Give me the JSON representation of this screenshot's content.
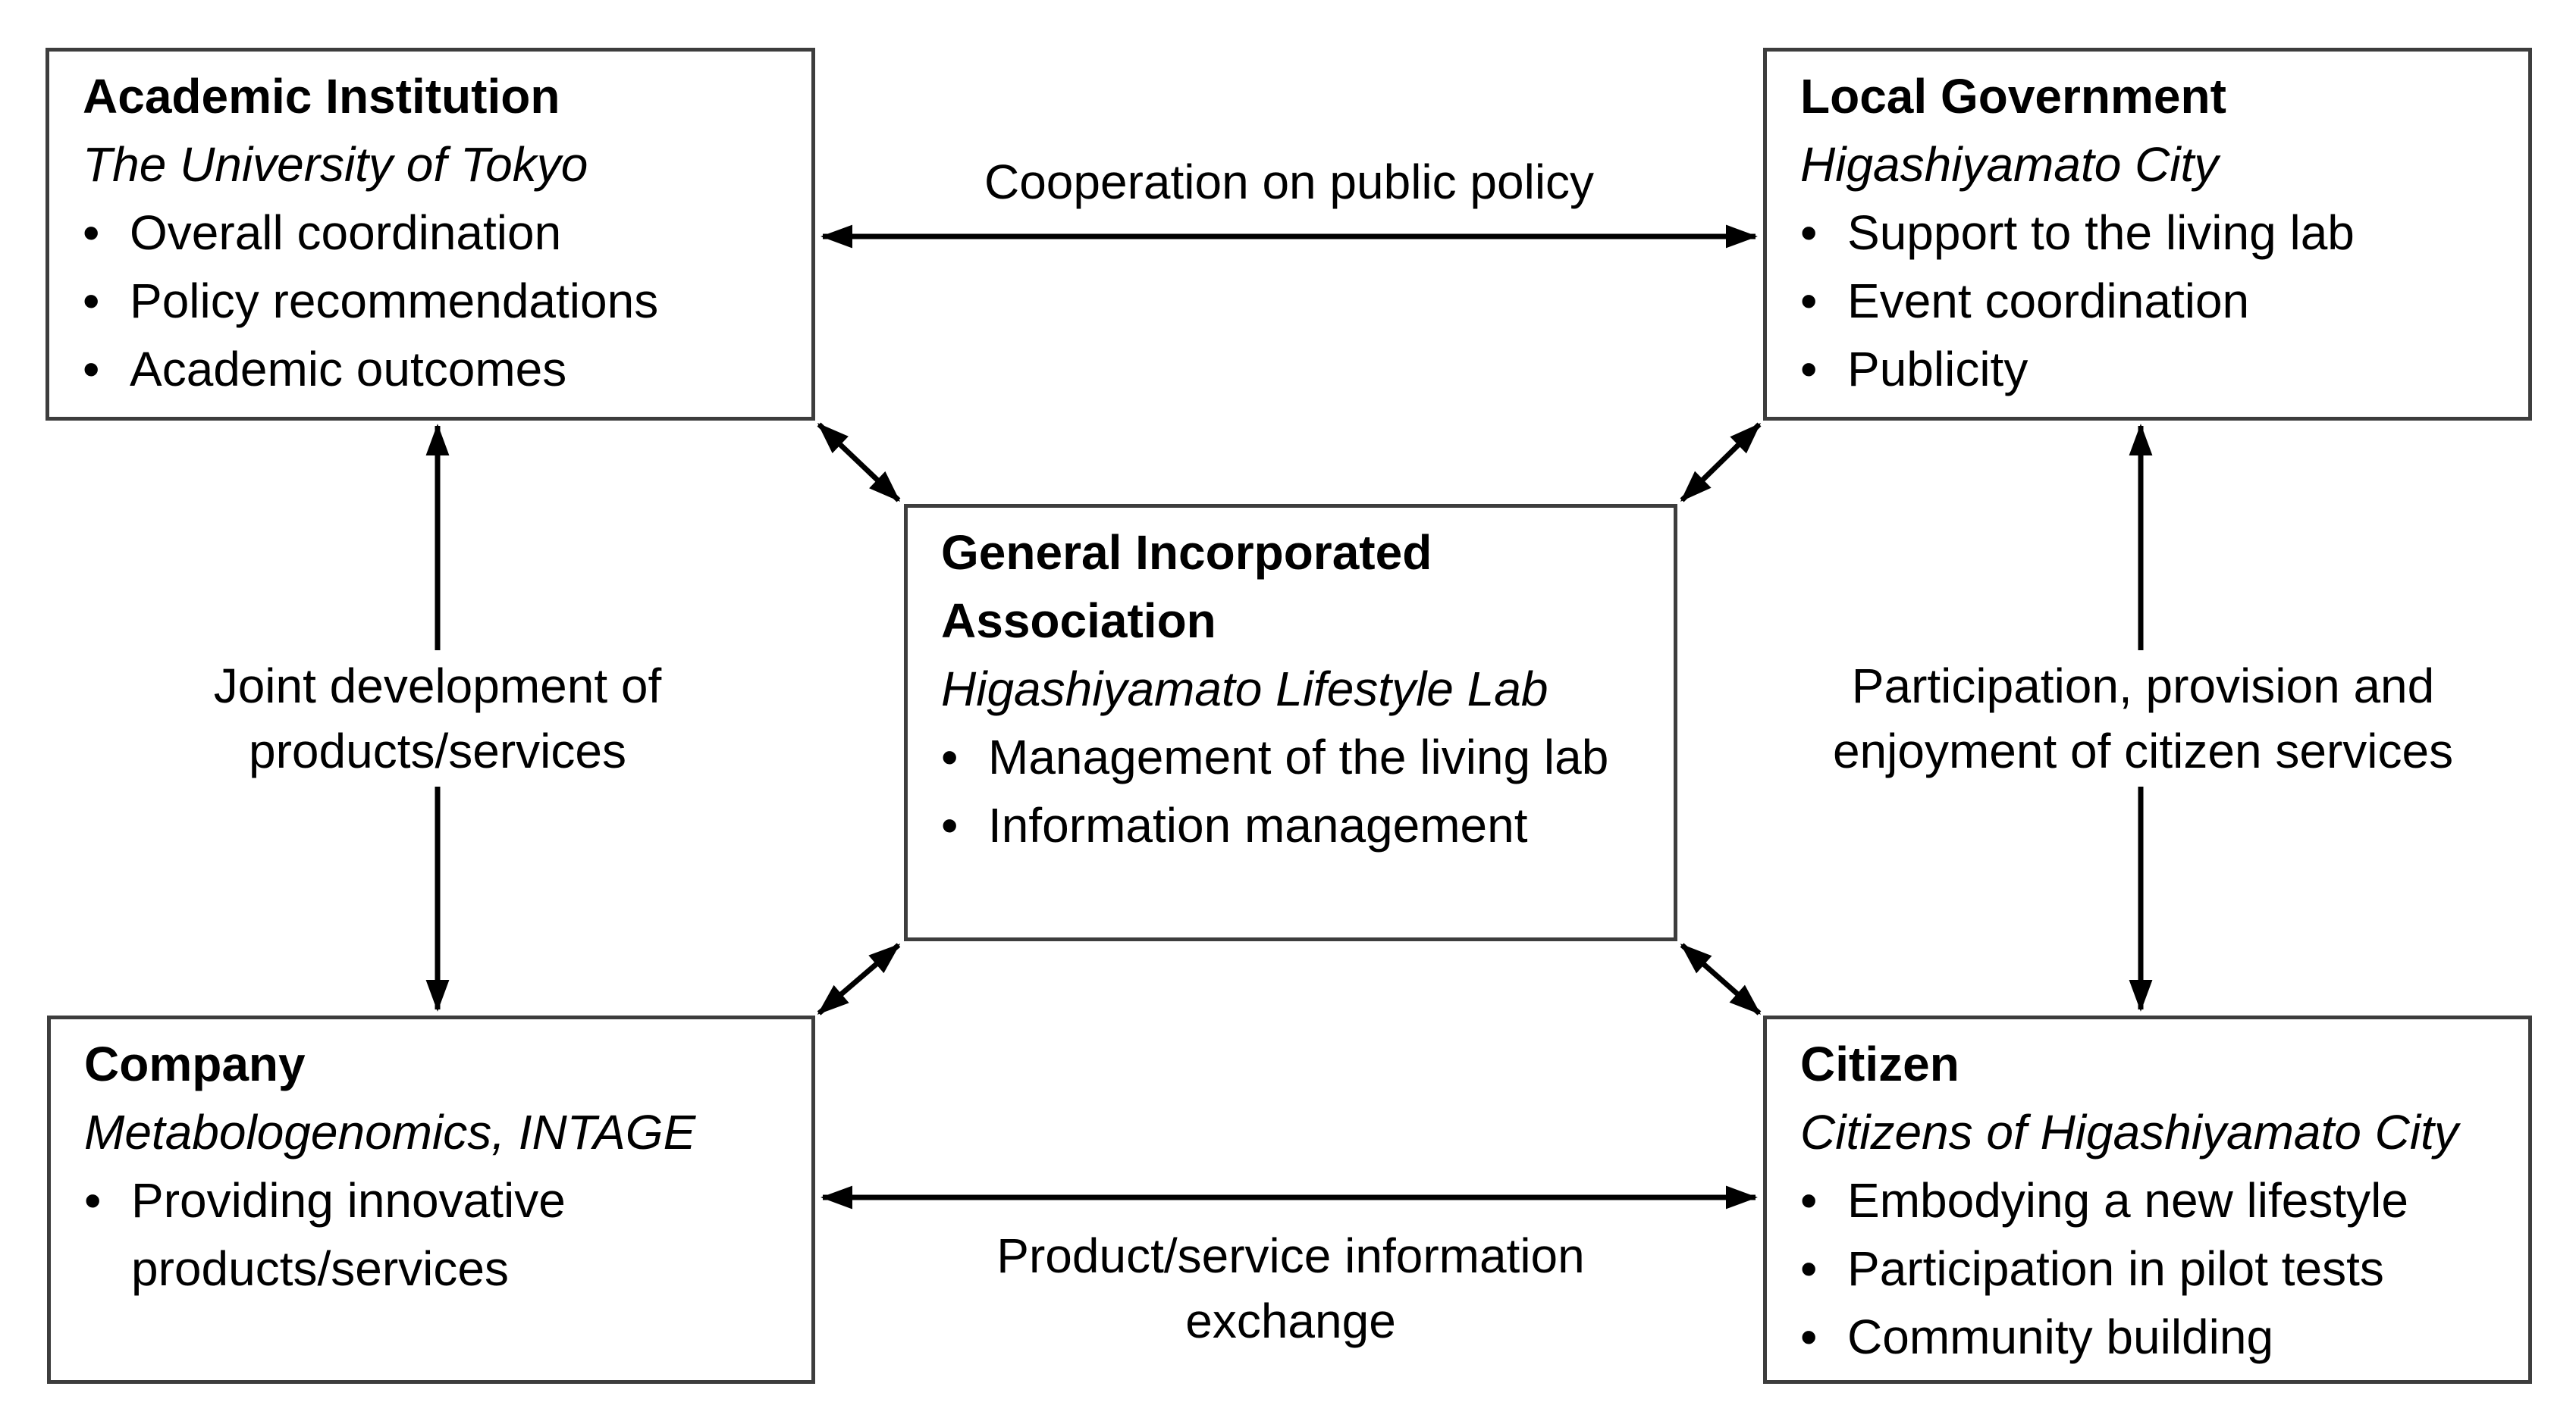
{
  "diagram": {
    "bullet_char": "•",
    "boxes": [
      {
        "id": "academic",
        "title": "Academic Institution",
        "subtitle": "The University of Tokyo",
        "bullets": [
          "Overall coordination",
          "Policy recommendations",
          "Academic outcomes"
        ]
      },
      {
        "id": "government",
        "title": "Local Government",
        "subtitle": "Higashiyamato City",
        "bullets": [
          "Support to the living lab",
          "Event coordination",
          "Publicity"
        ]
      },
      {
        "id": "association",
        "title": "General Incorporated Association",
        "subtitle": "Higashiyamato Lifestyle Lab",
        "bullets": [
          "Management of the living lab",
          "Information management"
        ]
      },
      {
        "id": "company",
        "title": "Company",
        "subtitle": "Metabologenomics, INTAGE",
        "bullets": [
          "Providing innovative products/services"
        ]
      },
      {
        "id": "citizen",
        "title": "Citizen",
        "subtitle": "Citizens of Higashiyamato City",
        "bullets": [
          "Embodying a new lifestyle",
          "Participation in pilot tests",
          "Community building"
        ]
      }
    ],
    "edge_labels": {
      "top": "Cooperation on public policy",
      "left": "Joint development of products/services",
      "right": "Participation, provision and enjoyment of citizen services",
      "bottom": "Product/service information exchange"
    },
    "colors": {
      "box_border": "#3d3d3d",
      "arrow": "#000000",
      "text": "#000000",
      "background": "#ffffff"
    }
  }
}
